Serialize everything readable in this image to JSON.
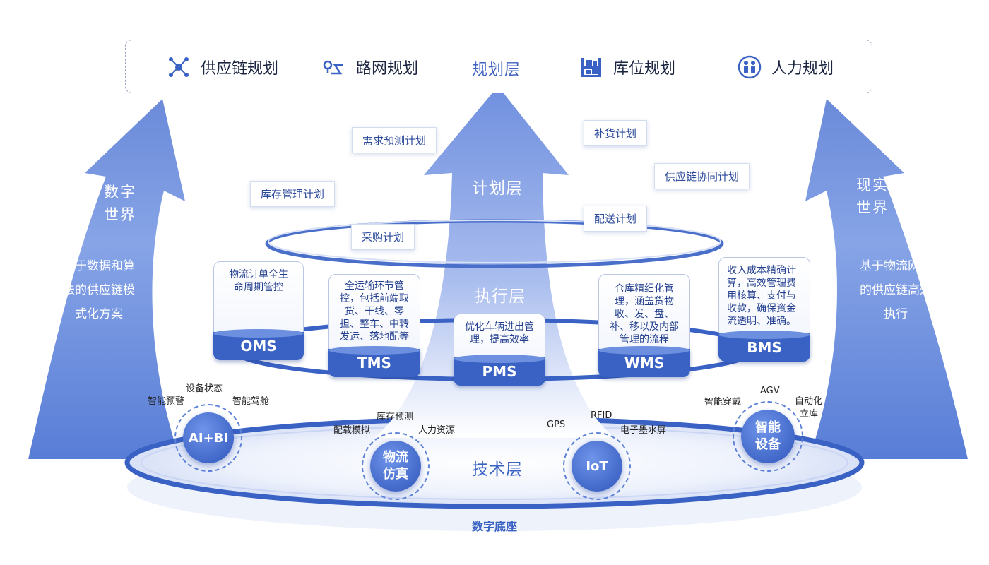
{
  "planning": {
    "layer_label": "规划层",
    "items": [
      {
        "label": "供应链规划",
        "icon": "network-nodes-icon"
      },
      {
        "label": "路网规划",
        "icon": "route-map-icon"
      },
      {
        "label": "库位规划",
        "icon": "warehouse-shelf-icon"
      },
      {
        "label": "人力规划",
        "icon": "people-icon"
      }
    ]
  },
  "digital_world": {
    "title_line1": "数字",
    "title_line2": "世界",
    "desc_line1": "基于数据和算",
    "desc_line2": "法的供应链模",
    "desc_line3": "式化方案"
  },
  "real_world": {
    "title_line1": "现实",
    "title_line2": "世界",
    "desc_line1": "基于物流网络",
    "desc_line2": "的供应链高效",
    "desc_line3": "执行"
  },
  "plan_layer": {
    "label": "计划层",
    "boxes": [
      "需求预测计划",
      "补货计划",
      "库存管理计划",
      "供应链协同计划",
      "配送计划",
      "采购计划"
    ]
  },
  "exec_layer": {
    "label": "执行层",
    "systems": [
      {
        "name": "OMS",
        "desc": "物流订单全生命周期管控"
      },
      {
        "name": "TMS",
        "desc": "全运输环节管控，包括前端取货、干线、零担、整车、中转发运、落地配等"
      },
      {
        "name": "PMS",
        "desc": "优化车辆进出管理，提高效率"
      },
      {
        "name": "WMS",
        "desc": "仓库精细化管理，涵盖货物收、发、盘、补、移以及内部管理的流程"
      },
      {
        "name": "BMS",
        "desc": "收入成本精确计算，高效管理费用核算、支付与收款，确保资金流透明、准确。"
      }
    ]
  },
  "tech_layer": {
    "label": "技术层",
    "nodes": [
      {
        "name": "AI+BI",
        "tags": [
          "设备状态",
          "智能预警",
          "智能驾舱"
        ]
      },
      {
        "name_line1": "物流",
        "name_line2": "仿真",
        "tags": [
          "库存预测",
          "配载模拟",
          "人力资源"
        ]
      },
      {
        "name": "IoT",
        "tags": [
          "RFID",
          "GPS",
          "电子墨水屏"
        ]
      },
      {
        "name_line1": "智能",
        "name_line2": "设备",
        "tags": [
          "AGV",
          "智能穿戴",
          "自动化",
          "立库"
        ]
      }
    ]
  },
  "base_label": "数字底座",
  "colors": {
    "accent": "#3a62c4",
    "light": "#8fa9e6",
    "text": "#2a3f7a"
  }
}
